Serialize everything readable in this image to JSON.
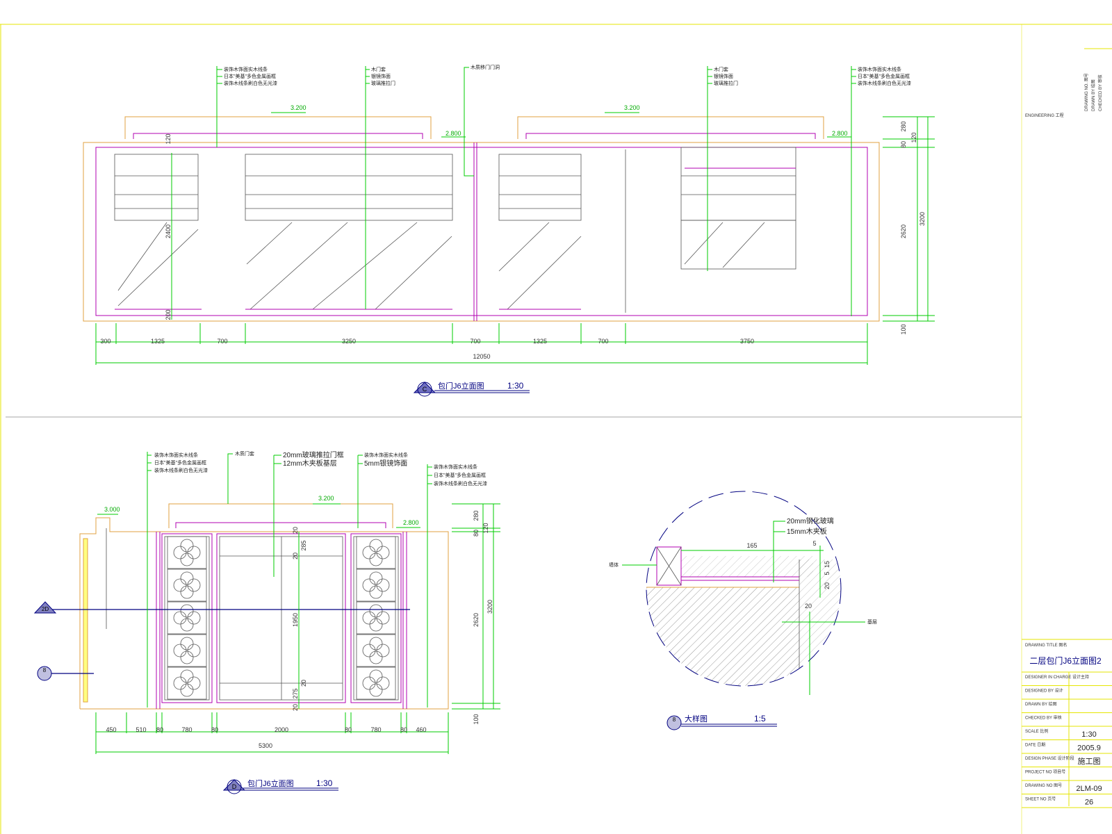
{
  "elevation_c": {
    "title": "包门J6立面图",
    "scale": "1:30",
    "marker": "C",
    "levels": [
      "3.200",
      "2.800",
      "3.200",
      "2.800"
    ],
    "h_dims": [
      "300",
      "1325",
      "700",
      "3250",
      "700",
      "1325",
      "700",
      "3750"
    ],
    "total": "12050",
    "v_dims": [
      "120",
      "2400",
      "200"
    ],
    "right_dims": [
      "280",
      "80",
      "2620",
      "100",
      "120",
      "3200"
    ],
    "notes": [
      "装饰木饰面实木线条",
      "日本\"美基\"多色金属画框",
      "装饰木线条刷白色无光漆",
      "木门套",
      "银镜饰面",
      "玻璃推拉门",
      "木质移门门洞",
      "木门套",
      "银镜饰面",
      "玻璃推拉门",
      "装饰木饰面实木线条",
      "日本\"美基\"多色金属画框",
      "装饰木线条刷白色无光漆"
    ]
  },
  "elevation_d": {
    "title": "包门J6立面图",
    "scale": "1:30",
    "marker": "D",
    "levels": [
      "3.000",
      "3.200",
      "2.800"
    ],
    "h_dims": [
      "450",
      "510",
      "80",
      "780",
      "80",
      "2000",
      "80",
      "780",
      "80",
      "460"
    ],
    "total": "5300",
    "inner_dims": [
      "20",
      "285",
      "20",
      "1950",
      "20",
      "275",
      "20"
    ],
    "right_dims": [
      "280",
      "80",
      "2620",
      "100",
      "120",
      "3200"
    ],
    "section_markers": [
      "2D",
      "8"
    ],
    "notes": [
      "装饰木饰面实木线条",
      "日本\"美基\"多色金属画框",
      "装饰木线条刷白色无光漆",
      "木质门套",
      "20mm玻璃推拉门框",
      "12mm木夹板基层",
      "装饰木饰面实木线条",
      "5mm银镜饰面",
      "装饰木饰面实木线条",
      "日本\"美基\"多色金属画框",
      "装饰木线条刷白色无光漆"
    ]
  },
  "detail": {
    "title": "大样图",
    "scale": "1:5",
    "marker": "8",
    "dims": [
      "165",
      "5",
      "15",
      "5",
      "20",
      "20"
    ],
    "notes": [
      "20mm钢化玻璃",
      "15mm木夹板",
      "墙体",
      "基层"
    ]
  },
  "title_block": {
    "drawing_title_label": "DRAWING TITLE 图名",
    "drawing_title": "二层包门J6立面图2",
    "rows": [
      {
        "label": "DESIGNER IN CHARGE 设计主持",
        "value": ""
      },
      {
        "label": "DESIGNED BY 设计",
        "value": ""
      },
      {
        "label": "DRAWN BY 绘图",
        "value": ""
      },
      {
        "label": "CHECKED BY 审核",
        "value": ""
      },
      {
        "label": "SCALE 比例",
        "value": "1:30"
      },
      {
        "label": "DATE 日期",
        "value": "2005.9"
      },
      {
        "label": "DESIGN PHASE 设计阶段",
        "value": "施工图"
      },
      {
        "label": "PROJECT NO 项目号",
        "value": ""
      },
      {
        "label": "DRAWING NO 图号",
        "value": "2LM-09"
      },
      {
        "label": "SHEET NO 页号",
        "value": "26"
      }
    ],
    "side_text": [
      "DRAWING NO. 图号",
      "DRAWN BY 绘图",
      "CHECKED BY 审核"
    ],
    "engineering": "ENGINEERING 工程"
  }
}
